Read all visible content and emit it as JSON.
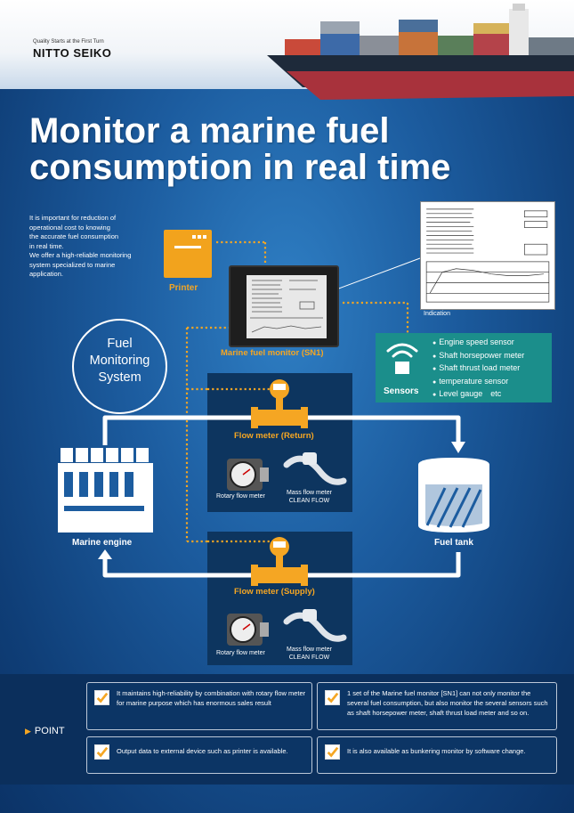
{
  "brand": {
    "tagline": "Quality Starts at the First Turn",
    "logo": "NITTO SEIKO"
  },
  "headline": {
    "line1": "Monitor a marine fuel",
    "line2": "consumption in real time"
  },
  "intro": [
    "It is important for reduction of",
    "operational cost to knowing",
    "the accurate fuel consumption",
    "in real time.",
    "We offer a high-reliable monitoring",
    "system specialized to marine",
    "application."
  ],
  "printer": {
    "label": "Printer"
  },
  "monitor": {
    "label": "Marine fuel monitor (SN1)"
  },
  "indication": {
    "label": "Indication"
  },
  "system": {
    "line1": "Fuel",
    "line2": "Monitoring",
    "line3": "System"
  },
  "sensors": {
    "label": "Sensors",
    "items": [
      "Engine speed sensor",
      "Shaft horsepower meter",
      "Shaft thrust load meter",
      "temperature sensor",
      "Level gauge　etc"
    ]
  },
  "flow_return": {
    "label": "Flow meter (Return)",
    "rotary": "Rotary flow meter",
    "mass_line1": "Mass flow meter",
    "mass_line2": "CLEAN FLOW"
  },
  "flow_supply": {
    "label": "Flow meter (Supply)",
    "rotary": "Rotary flow meter",
    "mass_line1": "Mass flow meter",
    "mass_line2": "CLEAN FLOW"
  },
  "engine": {
    "label": "Marine engine"
  },
  "tank": {
    "label": "Fuel tank"
  },
  "point": {
    "label": "POINT",
    "items": [
      "It maintains high-reliability by combination with rotary flow meter for marine purpose which has enormous sales result",
      "1 set of the Marine fuel monitor [SN1] can not only monitor the several fuel consumption, but also monitor the several sensors such as shaft horsepower meter, shaft thrust load meter and so on.",
      "Output data to external device such as printer is available.",
      "It is also available as bunkering monitor by software change."
    ]
  },
  "colors": {
    "accent": "#f5a623",
    "sensor_panel": "#1b8e8b",
    "flow_panel": "#0d355f",
    "check": "#f5a623"
  }
}
